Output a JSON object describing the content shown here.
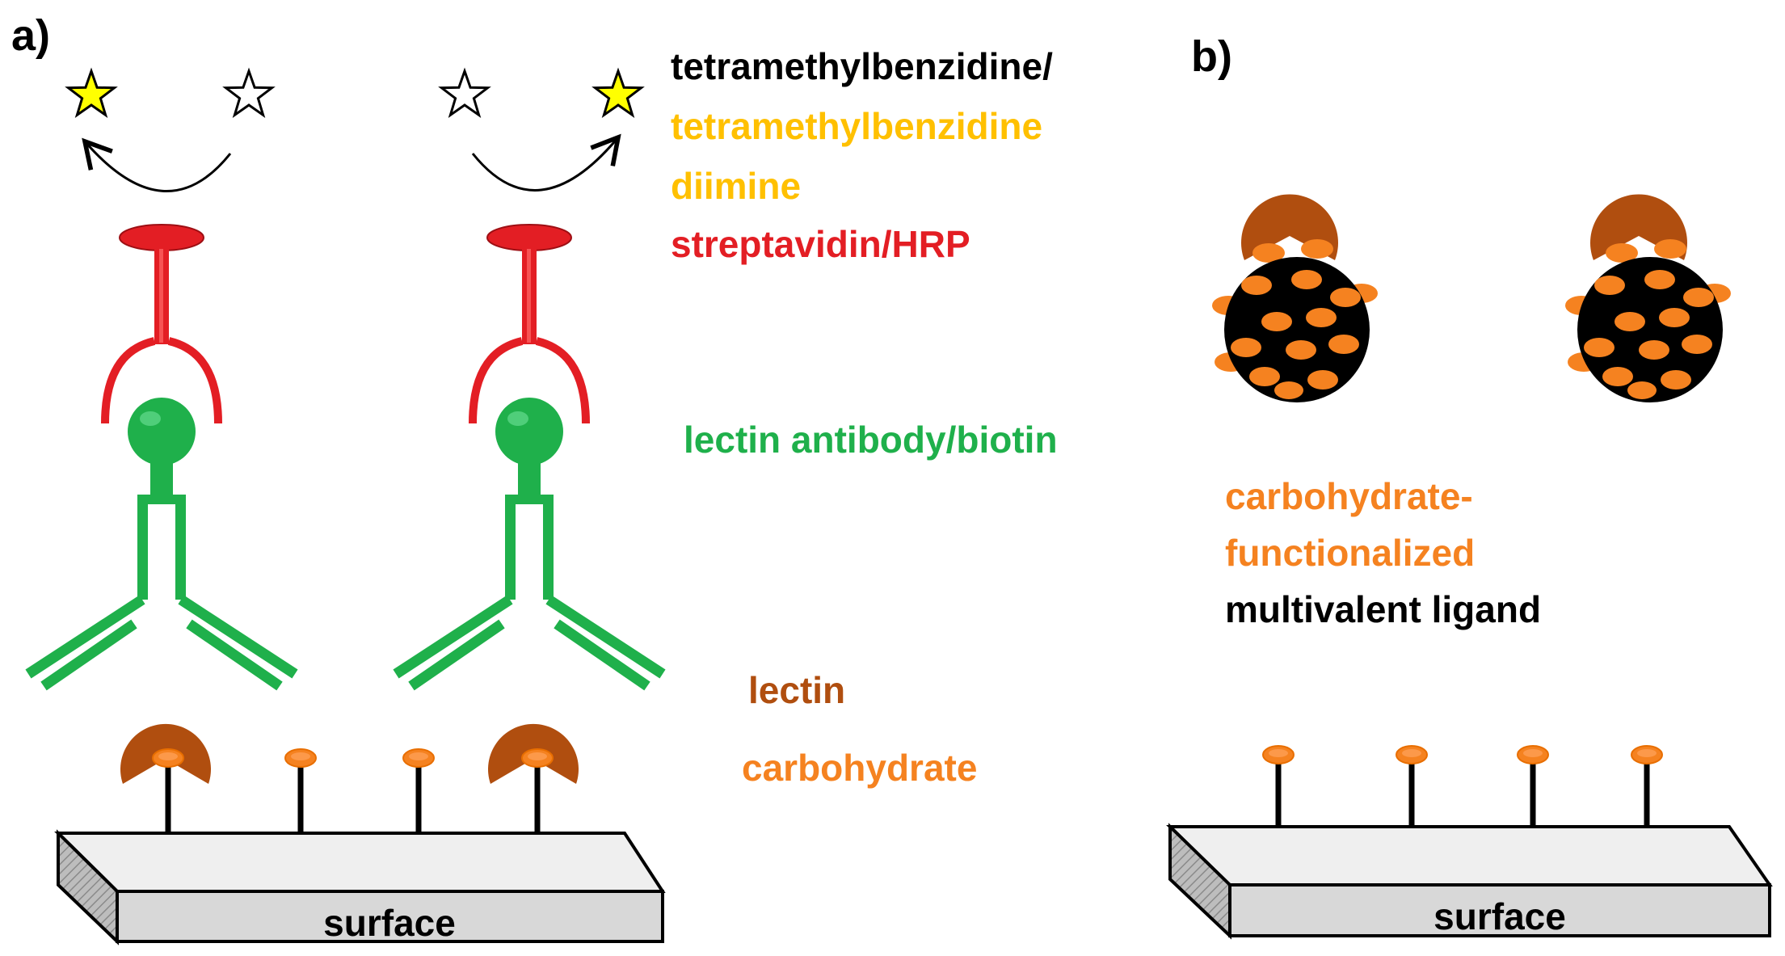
{
  "panels": {
    "a": {
      "label": "a)",
      "legend": {
        "substrate": "tetramethylbenzidine/",
        "product_line1": "tetramethylbenzidine",
        "product_line2": "diimine",
        "enzyme": "streptavidin/HRP",
        "antibody": "lectin antibody/biotin",
        "lectin": "lectin",
        "carbohydrate": "carbohydrate"
      },
      "surface_label": "surface"
    },
    "b": {
      "label": "b)",
      "legend": {
        "line1": "carbohydrate-",
        "line2": "functionalized",
        "line3": "multivalent ligand"
      },
      "surface_label": "surface"
    }
  },
  "colors": {
    "black": "#000000",
    "star_filled": "#ffff00",
    "substrate_text": "#000000",
    "product_text": "#ffc000",
    "enzyme": "#e31e24",
    "antibody": "#1fb04b",
    "lectin": "#b04e0f",
    "carbohydrate": "#f58220",
    "surface_top": "#efefef",
    "surface_front": "#d8d8d8"
  }
}
